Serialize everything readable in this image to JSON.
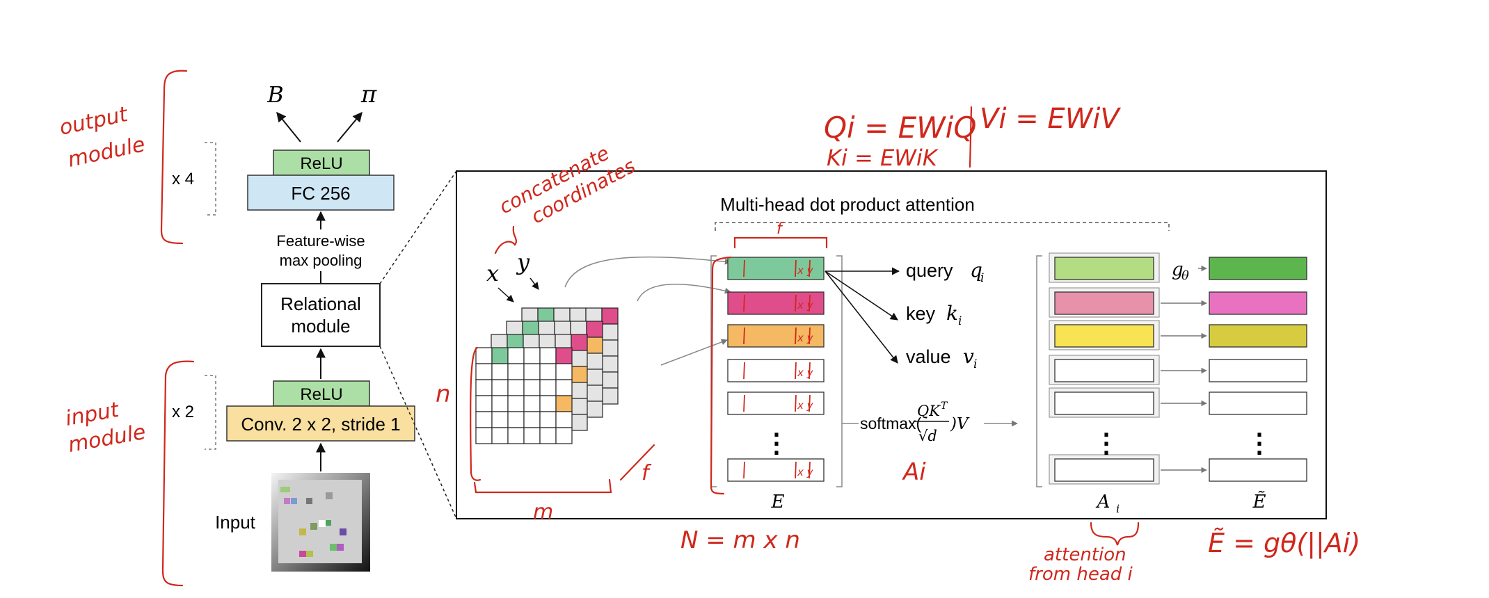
{
  "colors": {
    "relu": "#acdfa5",
    "fc": "#cfe6f5",
    "conv": "#f9dfa0",
    "ink": "#d0271c",
    "green": "#7ec99b",
    "pink": "#e04d8b",
    "orange": "#f4b962",
    "grey": "#e4e4e4",
    "a_green": "#b4dc83",
    "a_pink": "#e791aa",
    "a_yellow": "#f8e352",
    "e_green": "#5cb54d",
    "e_pink": "#e872c0",
    "e_olive": "#d7cc3f"
  },
  "output": {
    "left": "B",
    "right": "π",
    "relu": "ReLU",
    "fc": "FC 256",
    "repeat": "x 4"
  },
  "pooling": {
    "line1": "Feature-wise",
    "line2": "max pooling"
  },
  "relational": {
    "line1": "Relational",
    "line2": "module"
  },
  "input_module": {
    "relu": "ReLU",
    "conv": "Conv. 2 x 2, stride 1",
    "repeat": "x 2"
  },
  "input_label": "Input",
  "attention": {
    "title": "Multi-head dot product attention",
    "query_word": "query",
    "query_sym": "q",
    "query_sub": "i",
    "key_word": "key",
    "key_sym": "k",
    "key_sub": "i",
    "value_word": "value",
    "value_sym": "v",
    "value_sub": "i",
    "softmax": "softmax(",
    "q": "QK",
    "t": "T",
    "sqrt": "√d",
    "close": ")V",
    "g": "g",
    "theta": "θ",
    "e_label": "E",
    "a_label": "A",
    "a_sub": "i",
    "etilde_label": "Ẽ",
    "dots": "⋮"
  },
  "grid_labels": {
    "x": "x",
    "y": "y"
  },
  "handwriting": {
    "output_module": [
      "output",
      "module"
    ],
    "input_module": [
      "input",
      "module"
    ],
    "concat": [
      "concatenate",
      "coordinates"
    ],
    "f_top": "f",
    "n": "n",
    "m": "m",
    "f_depth": "f",
    "xy": "x y",
    "q_eq": "Qi = EWiQ",
    "k_eq": "Ki = EWiK",
    "v_eq": "Vi = EWiV",
    "a_note": "Ai",
    "n_eq": "N = m x n",
    "attention_note": [
      "attention",
      "from head i"
    ],
    "e_eq": "Ẽ = gθ(||Ai)"
  }
}
